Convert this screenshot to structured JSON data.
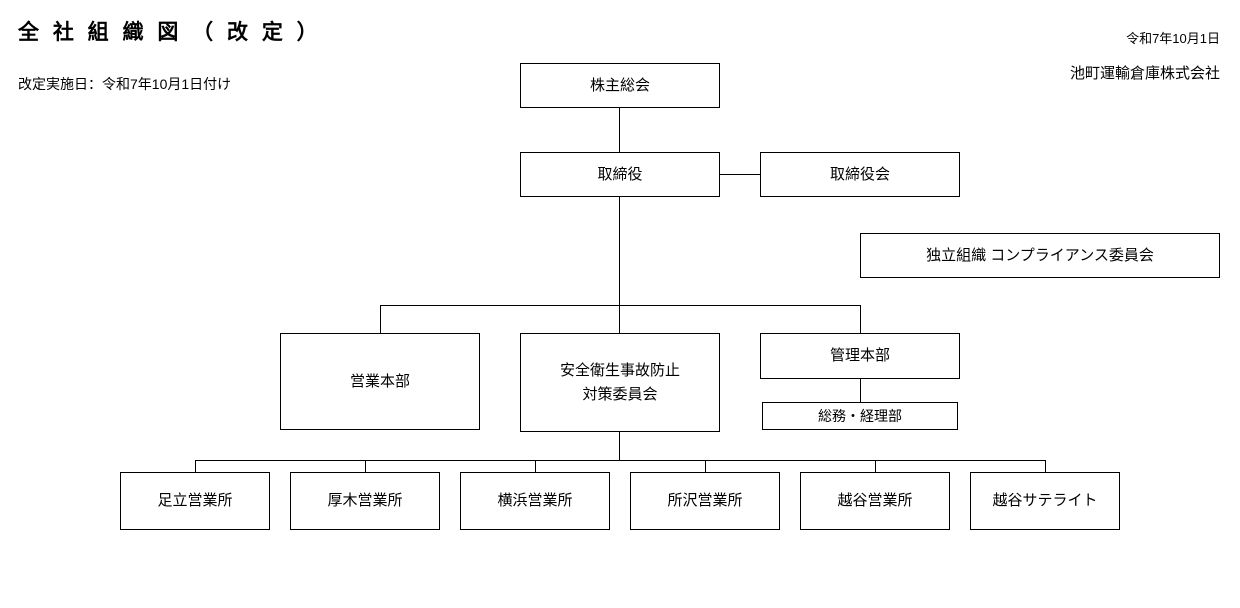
{
  "header": {
    "title": "全 社 組 織 図 （ 改 定 ）",
    "revision_note": "改定実施日：令和7年10月1日付け",
    "date": "令和7年10月1日",
    "company": "池町運輸倉庫株式会社"
  },
  "nodes": {
    "shareholders": "株主総会",
    "directors": "取締役",
    "board": "取締役会",
    "compliance": "独立組織  コンプライアンス委員会",
    "sales_hq": "営業本部",
    "safety_committee_line1": "安全衛生事故防止",
    "safety_committee_line2": "対策委員会",
    "admin_hq": "管理本部",
    "general_affairs": "総務・経理部",
    "offices": [
      "足立営業所",
      "厚木営業所",
      "横浜営業所",
      "所沢営業所",
      "越谷営業所",
      "越谷サテライト"
    ]
  },
  "colors": {
    "line": "#000000",
    "box_border": "#000000",
    "background": "#ffffff"
  }
}
